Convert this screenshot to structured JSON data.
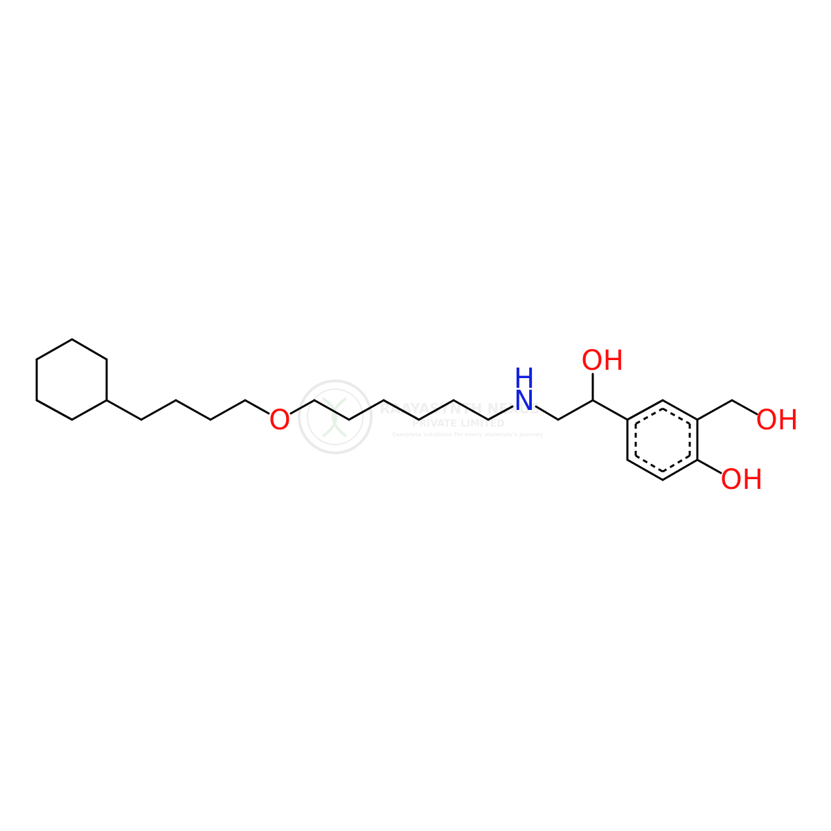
{
  "colors": {
    "bond": "#000000",
    "oxygen": "#ff0d0d",
    "nitrogen": "#1020e0",
    "watermark": "#c8c8c8",
    "background": "#ffffff"
  },
  "labels": {
    "ether_oxygen": "O",
    "amine_n": "N",
    "amine_h": "H",
    "benzylic_oh": "OH",
    "hydroxymethyl_oh": "OH",
    "phenol_oh": "OH"
  },
  "watermark": {
    "company_name": "RAAYASYNTH NEXUS",
    "company_type": "PRIVATE LIMITED",
    "tagline": "Complete solutions for every molecule's journey"
  }
}
